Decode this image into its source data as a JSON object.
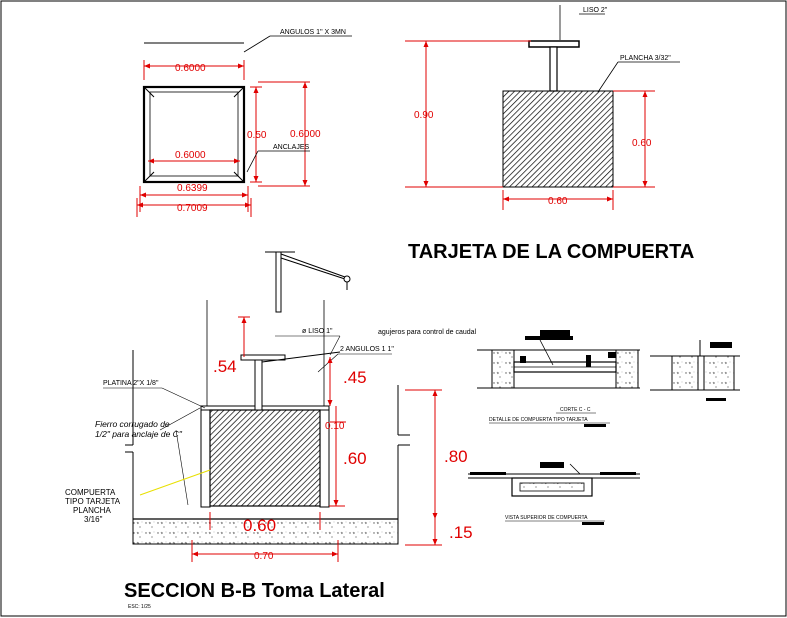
{
  "top_left": {
    "angulos_note": "ANGULOS 1\" X 3MN",
    "dim_top": "0.6000",
    "dim_inner_w": "0.6000",
    "dim_inner_h": "0.50",
    "dim_outer_h": "0.6000",
    "anclajes_note": "ANCLAJES",
    "dim_w1": "0.6399",
    "dim_w2": "0.7009"
  },
  "top_right": {
    "liso_note": "LISO 2\"",
    "plancha_note": "PLANCHA 3/32\"",
    "dim_h_total": "0.90",
    "dim_h_plate": "0.60",
    "dim_w": "0.60"
  },
  "title_tarjeta": "TARJETA DE LA COMPUERTA",
  "section": {
    "liso_note": "ø LISO 1\"",
    "agujeros_note": "agujeros para control de caudal",
    "angulos_note": "2 ANGULOS 1 1\"",
    "platina_note": "PLATINA 2\"X 1/8\"",
    "fierro_note_1": "Fierro corrugado de",
    "fierro_note_2": "1/2\" para anclaje de C\"",
    "compuerta_1": "COMPUERTA",
    "compuerta_2": "TIPO TARJETA",
    "compuerta_3": "PLANCHA",
    "compuerta_4": "3/16\"",
    "dim_54": ".54",
    "dim_45": ".45",
    "dim_10": "0.10",
    "dim_60": ".60",
    "dim_80": ".80",
    "dim_060": "0.60",
    "dim_070": "0.70",
    "dim_15": ".15"
  },
  "detail_right": {
    "corte_label": "CORTE C - C",
    "detalle_label": "DETALLE DE COMPUERTA TIPO TARJETA",
    "vista_label": "VISTA SUPERIOR DE COMPUERTA"
  },
  "title_seccion": "SECCION B-B  Toma Lateral",
  "escala": "ESC: 1/25"
}
